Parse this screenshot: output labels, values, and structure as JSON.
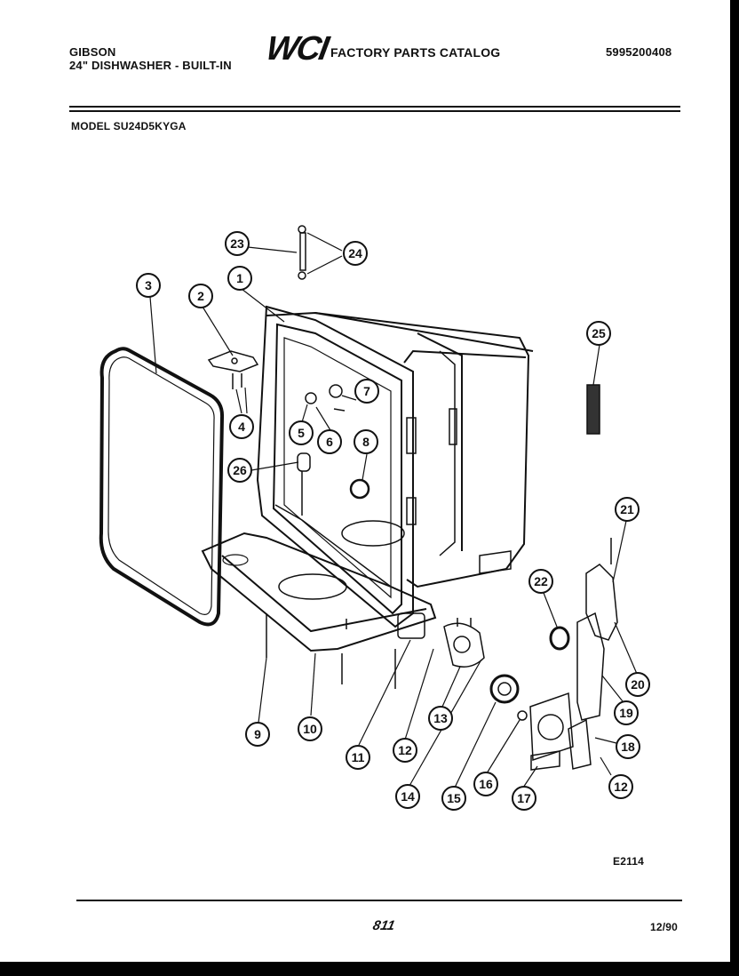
{
  "header": {
    "brand": "GIBSON",
    "product": "24\" DISHWASHER - BUILT-IN",
    "logo": "WCI",
    "catalog_title": "FACTORY PARTS CATALOG",
    "catalog_number": "5995200408",
    "model": "MODEL SU24D5KYGA"
  },
  "diagram": {
    "code": "E2114",
    "callouts": [
      "1",
      "2",
      "3",
      "4",
      "5",
      "6",
      "7",
      "8",
      "9",
      "10",
      "11",
      "12",
      "12",
      "13",
      "14",
      "15",
      "16",
      "17",
      "18",
      "19",
      "20",
      "21",
      "22",
      "23",
      "24",
      "25",
      "26"
    ]
  },
  "footer": {
    "page": "811",
    "date": "12/90"
  }
}
